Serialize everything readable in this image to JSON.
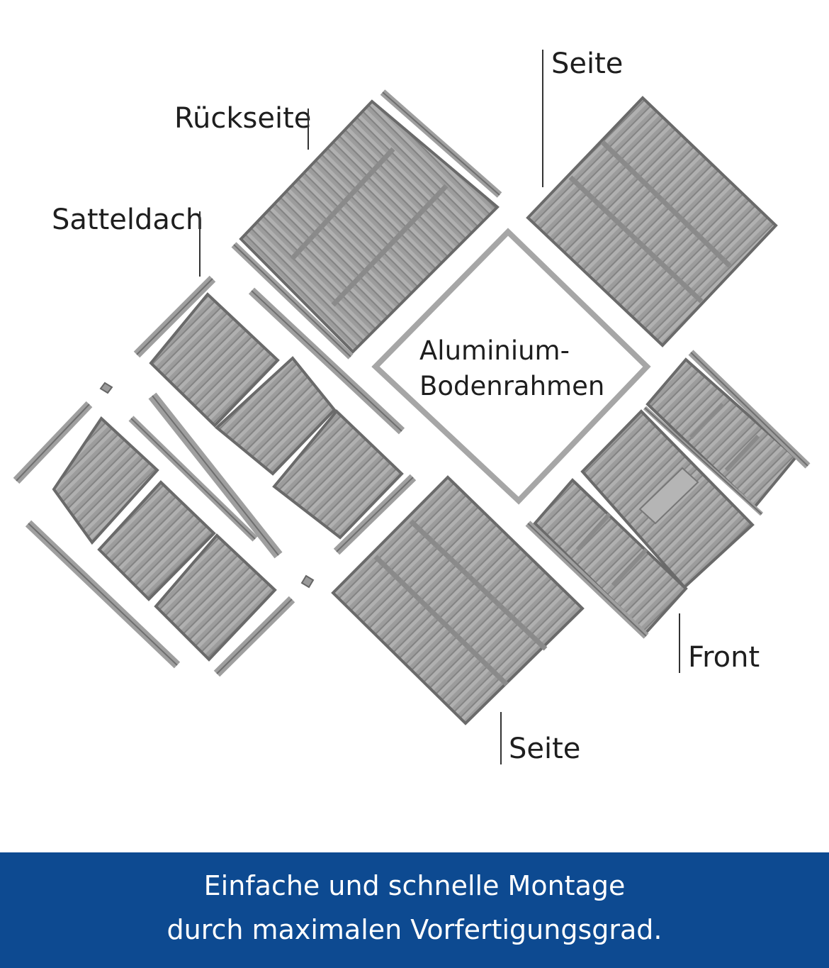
{
  "labels": {
    "rueckseite": "Rückseite",
    "seite_top": "Seite",
    "satteldach": "Satteldach",
    "center_line1": "Aluminium-",
    "center_line2": "Bodenrahmen",
    "front": "Front",
    "seite_bottom": "Seite"
  },
  "banner": {
    "line1": "Einfache und schnelle Montage",
    "line2": "durch maximalen Vorfertigungsgrad."
  },
  "colors": {
    "banner_bg": "#0d4a91",
    "panel": "#9a9a9a",
    "panel_dark": "#7d7d7d",
    "frame": "#a6a6a6"
  }
}
